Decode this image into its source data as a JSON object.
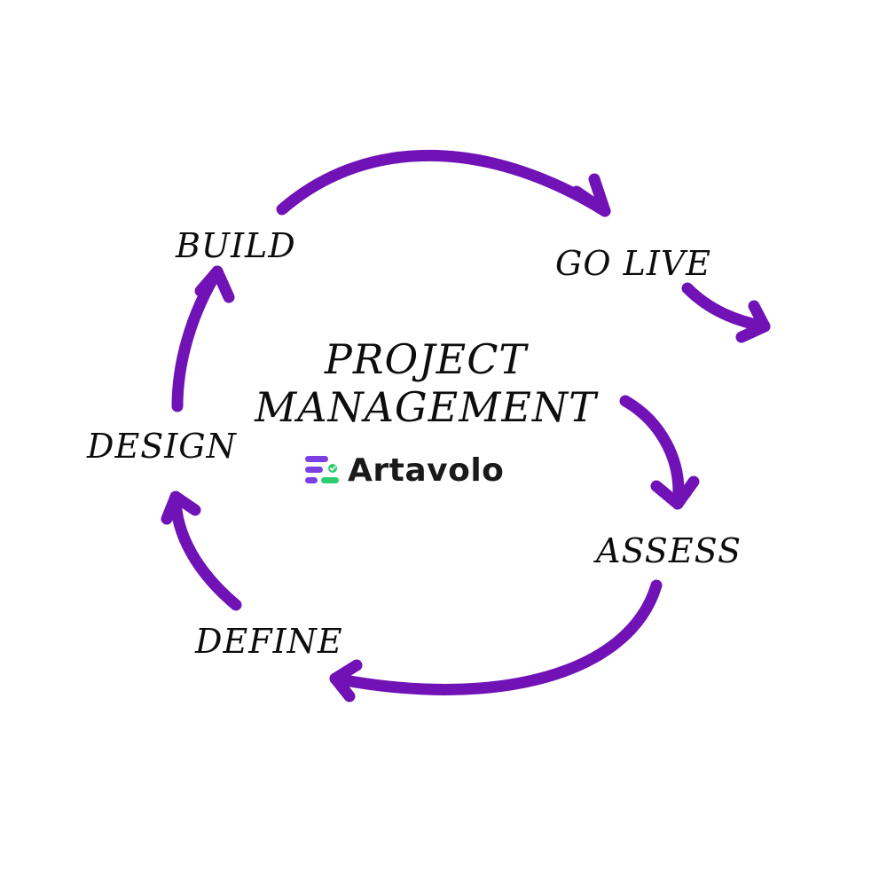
{
  "title": {
    "line1": "PROJECT",
    "line2": "MANAGEMENT"
  },
  "brand": {
    "name": "Artavolo",
    "icon": "artavolo-logo-icon",
    "colors": [
      "#7b3fe4",
      "#2ecc71"
    ]
  },
  "stages": [
    {
      "label": "BUILD"
    },
    {
      "label": "GO LIVE"
    },
    {
      "label": "ASSESS"
    },
    {
      "label": "DEFINE"
    },
    {
      "label": "DESIGN"
    }
  ],
  "colors": {
    "arrow": "#7012b5",
    "text": "#0d0d0d"
  }
}
